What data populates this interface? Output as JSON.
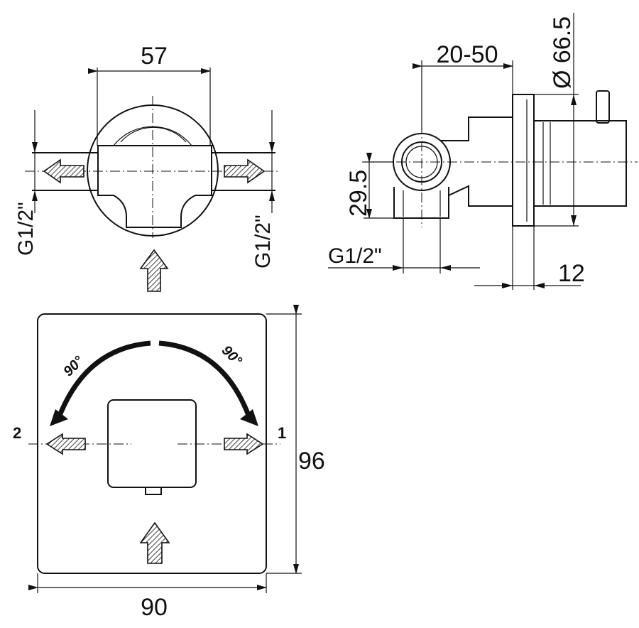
{
  "top_front_view": {
    "dim_width": "57",
    "dim_left_thread": "G1/2\"",
    "dim_right_thread": "G1/2\""
  },
  "side_view": {
    "dim_depth_range": "20-50",
    "dim_diameter": "Ø 66.5",
    "dim_height": "29.5",
    "dim_thread": "G1/2\"",
    "dim_plate": "12"
  },
  "cover_plate_view": {
    "angle_left": "90°",
    "angle_right": "90°",
    "outlet_left_label": "2",
    "outlet_right_label": "1",
    "dim_width": "90",
    "dim_height": "96"
  }
}
